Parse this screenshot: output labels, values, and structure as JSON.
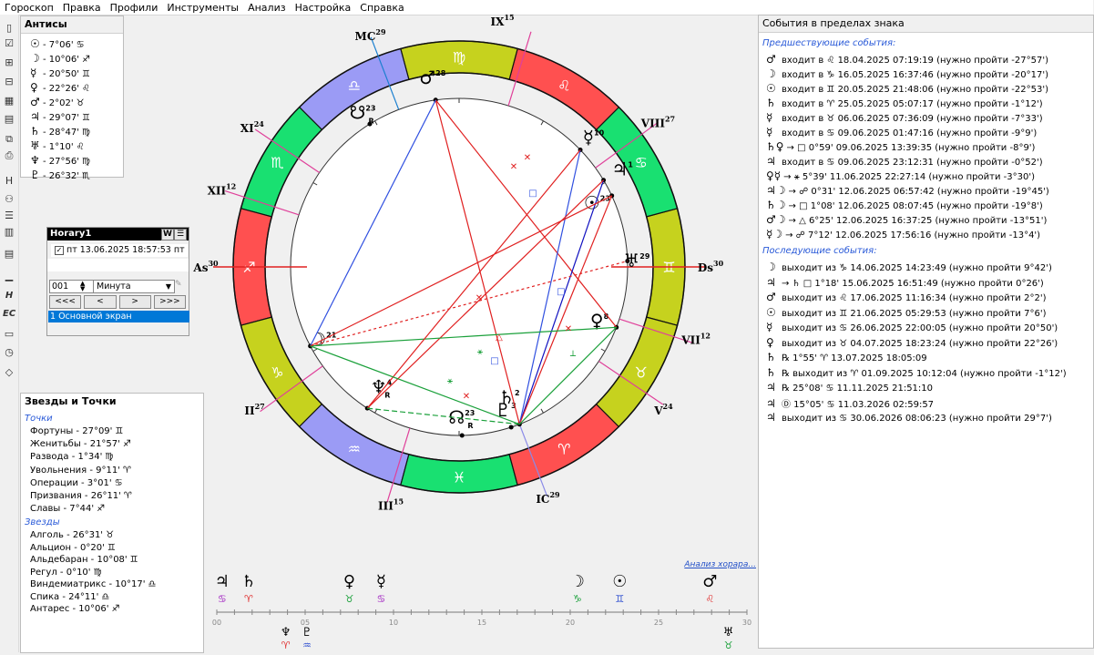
{
  "menu": [
    "Гороскоп",
    "Правка",
    "Профили",
    "Инструменты",
    "Анализ",
    "Настройка",
    "Справка"
  ],
  "toolbar_icons": [
    "new-doc-icon",
    "check-doc-icon",
    "add-doc-icon",
    "remove-doc-icon",
    "image-icon",
    "calendar-icon",
    "merge-icon",
    "print-icon",
    "h-icon",
    "people-icon",
    "list-icon",
    "table-icon",
    "stack-icon",
    "bar-chart-icon",
    "italic-h-icon",
    "ec-icon",
    "folder-icon",
    "clock-icon",
    "diamond-icon"
  ],
  "antiscia": {
    "title": "Антисы",
    "items": [
      {
        "planet": "☉",
        "text": "- 7°06'",
        "sign": "♋"
      },
      {
        "planet": "☽",
        "text": "- 10°06'",
        "sign": "♐"
      },
      {
        "planet": "☿",
        "text": "- 20°50'",
        "sign": "♊"
      },
      {
        "planet": "♀",
        "text": "- 22°26'",
        "sign": "♌"
      },
      {
        "planet": "♂",
        "text": "- 2°02'",
        "sign": "♉"
      },
      {
        "planet": "♃",
        "text": "- 29°07'",
        "sign": "♊"
      },
      {
        "planet": "♄",
        "text": "- 28°47'",
        "sign": "♍"
      },
      {
        "planet": "♅",
        "text": "- 1°10'",
        "sign": "♌"
      },
      {
        "planet": "♆",
        "text": "- 27°56'",
        "sign": "♍"
      },
      {
        "planet": "♇",
        "text": "- 26°32'",
        "sign": "♏"
      }
    ]
  },
  "horary": {
    "title": "Horary1",
    "btn_w": "W",
    "entry": "пт 13.06.2025 18:57:53 пт",
    "step_value": "001",
    "step_unit": "Минута",
    "nav": [
      "<<<",
      "<",
      ">",
      ">>>"
    ],
    "screen_item": "1 Основной экран"
  },
  "stars_panel": {
    "title": "Звезды и Точки",
    "points_label": "Точки",
    "points": [
      {
        "text": "Фортуны - 27°09'",
        "sign": "♊"
      },
      {
        "text": "Женитьбы - 21°57'",
        "sign": "♐"
      },
      {
        "text": "Развода - 1°34'",
        "sign": "♍"
      },
      {
        "text": "Увольнения - 9°11'",
        "sign": "♈"
      },
      {
        "text": "Операции - 3°01'",
        "sign": "♋"
      },
      {
        "text": "Призвания - 26°11'",
        "sign": "♈"
      },
      {
        "text": "Славы - 7°44'",
        "sign": "♐"
      }
    ],
    "stars_label": "Звезды",
    "stars": [
      {
        "text": "Алголь - 26°31'",
        "sign": "♉"
      },
      {
        "text": "Альцион - 0°20'",
        "sign": "♊"
      },
      {
        "text": "Альдебаран - 10°08'",
        "sign": "♊"
      },
      {
        "text": "Регул - 0°10'",
        "sign": "♍"
      },
      {
        "text": "Виндемиатрикс - 10°17'",
        "sign": "♎"
      },
      {
        "text": "Спика - 24°11'",
        "sign": "♎"
      },
      {
        "text": "Антарес - 10°06'",
        "sign": "♐"
      }
    ]
  },
  "events_panel": {
    "title": "События в пределах знака",
    "preceding_label": "Предшествующие события:",
    "preceding": [
      {
        "sym": "♂",
        "text": "входит в ♌ 18.04.2025 07:19:19 (нужно пройти -27°57')"
      },
      {
        "sym": "☽",
        "text": "входит в ♑ 16.05.2025 16:37:46 (нужно пройти -20°17')"
      },
      {
        "sym": "☉",
        "text": "входит в ♊ 20.05.2025 21:48:06 (нужно пройти -22°53')"
      },
      {
        "sym": "♄",
        "text": "входит в ♈ 25.05.2025 05:07:17 (нужно пройти -1°12')"
      },
      {
        "sym": "☿",
        "text": "входит в ♉ 06.06.2025 07:36:09 (нужно пройти -7°33')"
      },
      {
        "sym": "☿",
        "text": "входит в ♋ 09.06.2025 01:47:16 (нужно пройти -9°9')"
      },
      {
        "sym": "♄♀",
        "text": "→ □ 0°59' 09.06.2025 13:39:35 (нужно пройти -8°9')"
      },
      {
        "sym": "♃",
        "text": "входит в ♋ 09.06.2025 23:12:31 (нужно пройти -0°52')"
      },
      {
        "sym": "♀☿",
        "text": "→ ⚹ 5°39' 11.06.2025 22:27:14 (нужно пройти -3°30')"
      },
      {
        "sym": "♃☽",
        "text": "→ ☍ 0°31' 12.06.2025 06:57:42 (нужно пройти -19°45')"
      },
      {
        "sym": "♄☽",
        "text": "→ □ 1°08' 12.06.2025 08:07:45 (нужно пройти -19°8')"
      },
      {
        "sym": "♂☽",
        "text": "→ △ 6°25' 12.06.2025 16:37:25 (нужно пройти -13°51')"
      },
      {
        "sym": "☿☽",
        "text": "→ ☍ 7°12' 12.06.2025 17:56:16 (нужно пройти -13°4')"
      }
    ],
    "following_label": "Последующие события:",
    "following": [
      {
        "sym": "☽",
        "text": "выходит из ♑ 14.06.2025 14:23:49 (нужно пройти 9°42')"
      },
      {
        "sym": "♃",
        "text": "→ ♄ □ 1°18' 15.06.2025 16:51:49 (нужно пройти 0°26')"
      },
      {
        "sym": "♂",
        "text": "выходит из ♌ 17.06.2025 11:16:34 (нужно пройти 2°2')"
      },
      {
        "sym": "☉",
        "text": "выходит из ♊ 21.06.2025 05:29:53 (нужно пройти 7°6')"
      },
      {
        "sym": "☿",
        "text": "выходит из ♋ 26.06.2025 22:00:05 (нужно пройти 20°50')"
      },
      {
        "sym": "♀",
        "text": "выходит из ♉ 04.07.2025 18:23:24 (нужно пройти 22°26')"
      },
      {
        "sym": "♄",
        "text": "℞ 1°55' ♈ 13.07.2025 18:05:09"
      },
      {
        "sym": "♄",
        "text": "℞ выходит из ♈ 01.09.2025 10:12:04 (нужно пройти -1°12')"
      },
      {
        "sym": "♃",
        "text": "℞ 25°08' ♋ 11.11.2025 21:51:10"
      },
      {
        "sym": "♃",
        "text": "Ⓓ 15°05' ♋ 11.03.2026 02:59:57"
      },
      {
        "sym": "♃",
        "text": "выходит из ♋ 30.06.2026 08:06:23 (нужно пройти 29°7')"
      }
    ]
  },
  "chart": {
    "ring_colors": [
      "#ee4545",
      "#19e071",
      "#ff5050",
      "#19e071",
      "#9b9bf5",
      "#c6d21e",
      "#ee4545",
      "#19e071",
      "#ff5050",
      "#19e071",
      "#9b9bf5",
      "#c6d21e"
    ],
    "zodiac_glyphs": [
      "♌",
      "♋",
      "♊",
      "♉",
      "♈",
      "♓",
      "♒",
      "♑",
      "♐",
      "♏",
      "♎",
      "♍"
    ],
    "houses": [
      {
        "label": "MC",
        "deg": "29"
      },
      {
        "label": "IX",
        "deg": "15"
      },
      {
        "label": "VIII",
        "deg": "27"
      },
      {
        "label": "Ds",
        "deg": "30"
      },
      {
        "label": "VII",
        "deg": "12"
      },
      {
        "label": "V",
        "deg": "24"
      },
      {
        "label": "IC",
        "deg": "29"
      },
      {
        "label": "III",
        "deg": "15"
      },
      {
        "label": "II",
        "deg": "27"
      },
      {
        "label": "As",
        "deg": "30"
      },
      {
        "label": "XII",
        "deg": "12"
      },
      {
        "label": "XI",
        "deg": "24"
      }
    ],
    "planets": [
      {
        "glyph": "♂",
        "deg": "28",
        "retro": ""
      },
      {
        "glyph": "☋",
        "deg": "23",
        "retro": "R"
      },
      {
        "glyph": "☿",
        "deg": "10",
        "retro": ""
      },
      {
        "glyph": "♃",
        "deg": "1",
        "retro": ""
      },
      {
        "glyph": "☉",
        "deg": "23",
        "retro": ""
      },
      {
        "glyph": "♅",
        "deg": "29",
        "retro": ""
      },
      {
        "glyph": "♀",
        "deg": "8",
        "retro": ""
      },
      {
        "glyph": "♄",
        "deg": "2",
        "retro": ""
      },
      {
        "glyph": "♇",
        "deg": "3",
        "retro": ""
      },
      {
        "glyph": "☊",
        "deg": "23",
        "retro": "R"
      },
      {
        "glyph": "♆",
        "deg": "4",
        "retro": "R"
      },
      {
        "glyph": "☽",
        "deg": "21",
        "retro": ""
      }
    ]
  },
  "timeline": {
    "link": "Анализ хорара...",
    "top_planets": [
      {
        "p": "♃",
        "s": "♋",
        "pc": "#000",
        "sc": "#a020c0",
        "pos": 0.01
      },
      {
        "p": "♄",
        "s": "♈",
        "pc": "#000",
        "sc": "#e03030",
        "pos": 0.06
      },
      {
        "p": "♀",
        "s": "♉",
        "pc": "#000",
        "sc": "#1aa03a",
        "pos": 0.25
      },
      {
        "p": "☿",
        "s": "♋",
        "pc": "#000",
        "sc": "#a020c0",
        "pos": 0.31
      },
      {
        "p": "☽",
        "s": "♑",
        "pc": "#000",
        "sc": "#1aa03a",
        "pos": 0.68
      },
      {
        "p": "☉",
        "s": "♊",
        "pc": "#000",
        "sc": "#3050d0",
        "pos": 0.76
      },
      {
        "p": "♂",
        "s": "♌",
        "pc": "#000",
        "sc": "#e03030",
        "pos": 0.93
      }
    ],
    "ticks": [
      "00",
      "05",
      "10",
      "15",
      "20",
      "25",
      "30"
    ],
    "bottom_planets": [
      {
        "p": "♆",
        "s": "♈",
        "sc": "#e03030",
        "pos": 0.13
      },
      {
        "p": "♇",
        "s": "♒",
        "sc": "#3050d0",
        "pos": 0.17
      },
      {
        "p": "♅",
        "s": "♉",
        "sc": "#1aa03a",
        "pos": 0.965
      }
    ]
  }
}
